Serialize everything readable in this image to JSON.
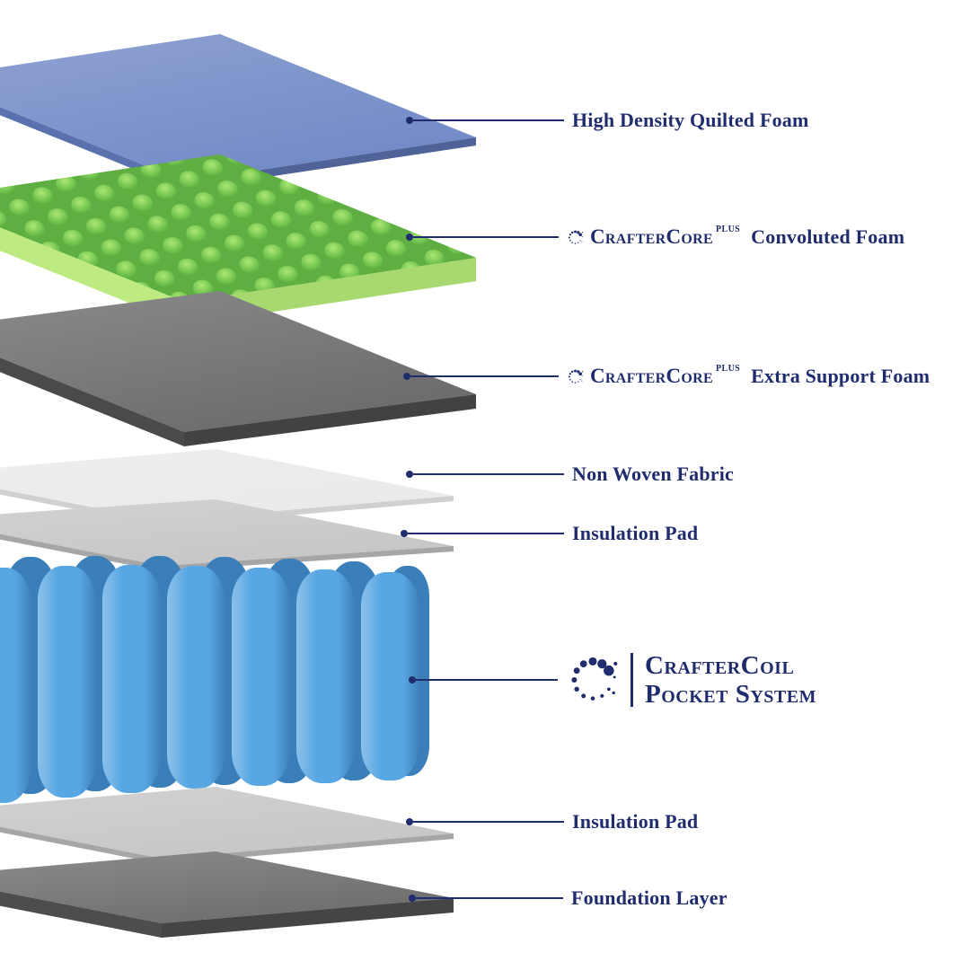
{
  "page": {
    "background": "#ffffff",
    "accent_color": "#1f2c6d"
  },
  "brand": {
    "craftercore": {
      "name": "CrafterCore",
      "superscript": "Plus"
    },
    "craftercoil": {
      "line1": "CrafterCoil",
      "line2": "Pocket System"
    }
  },
  "callouts": {
    "quilted_foam": {
      "label": "High Density Quilted Foam"
    },
    "convoluted_foam": {
      "label": "Convoluted Foam"
    },
    "extra_support_foam": {
      "label": "Extra Support Foam"
    },
    "non_woven_fabric": {
      "label": "Non Woven Fabric"
    },
    "insulation_pad_top": {
      "label": "Insulation Pad"
    },
    "insulation_pad_bottom": {
      "label": "Insulation Pad"
    },
    "foundation_layer": {
      "label": "Foundation Layer"
    }
  },
  "layers": [
    {
      "id": "quilted-foam",
      "name": "High Density Quilted Foam",
      "top_color": "#7189c6",
      "edge_color": "#5a71ad"
    },
    {
      "id": "convoluted-foam",
      "name": "Convoluted Foam",
      "top_color": "#60b244",
      "edge_color": "#bdeb82"
    },
    {
      "id": "extra-support-foam",
      "name": "Extra Support Foam",
      "top_color": "#6b6b6b",
      "edge_color": "#4a4a4a"
    },
    {
      "id": "non-woven-fabric",
      "name": "Non Woven Fabric",
      "top_color": "#eaeaea",
      "edge_color": "#d0d0d0"
    },
    {
      "id": "insulation-pad-top",
      "name": "Insulation Pad",
      "top_color": "#c6c6c6",
      "edge_color": "#a6a6a6"
    },
    {
      "id": "pocket-coils",
      "name": "CrafterCoil Pocket System",
      "front_color": "#58a7e3",
      "back_color": "#3b7fba"
    },
    {
      "id": "insulation-pad-bottom",
      "name": "Insulation Pad",
      "top_color": "#c6c6c6",
      "edge_color": "#a6a6a6"
    },
    {
      "id": "foundation-layer",
      "name": "Foundation Layer",
      "top_color": "#6d6d6d",
      "edge_color": "#4d4d4d"
    }
  ]
}
